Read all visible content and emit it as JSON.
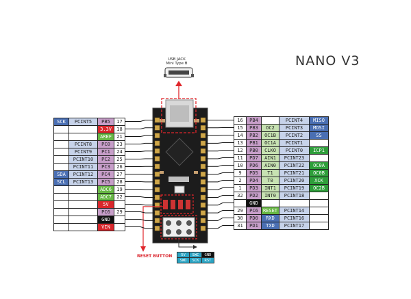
{
  "title": "NANO V3",
  "usb_label": [
    "USB JACK",
    "Mini Type B"
  ],
  "reset_label": "RESET BUTTON",
  "left_rows": [
    [
      "SCK",
      "PCINT5",
      "PB5",
      "17"
    ],
    [
      "",
      "",
      "3.3V",
      "18"
    ],
    [
      "",
      "",
      "AREF",
      "21"
    ],
    [
      "",
      "PCINT8",
      "PC0",
      "23"
    ],
    [
      "",
      "PCINT9",
      "PC1",
      "24"
    ],
    [
      "",
      "PCINT10",
      "PC2",
      "25"
    ],
    [
      "",
      "PCINT11",
      "PC3",
      "26"
    ],
    [
      "SDA",
      "PCINT12",
      "PC4",
      "27"
    ],
    [
      "SCL",
      "PCINT13",
      "PC5",
      "28"
    ],
    [
      "",
      "",
      "ADC6",
      "19"
    ],
    [
      "",
      "",
      "ADC7",
      "22"
    ],
    [
      "",
      "",
      "5V",
      ""
    ],
    [
      "",
      "",
      "PC6",
      "29"
    ],
    [
      "",
      "",
      "GND",
      ""
    ],
    [
      "",
      "",
      "VIN",
      ""
    ]
  ],
  "right_rows": [
    [
      "16",
      "PB4",
      "",
      "PCINT4",
      "MISO"
    ],
    [
      "15",
      "PB3",
      "OC2",
      "PCINT3",
      "MOSI"
    ],
    [
      "14",
      "PB2",
      "OC1B",
      "PCINT2",
      "SS"
    ],
    [
      "13",
      "PB1",
      "OC1A",
      "PCINT1",
      ""
    ],
    [
      "12",
      "PB0",
      "CLKO",
      "PCINT0",
      "ICP1"
    ],
    [
      "11",
      "PD7",
      "AIN1",
      "PCINT23",
      ""
    ],
    [
      "10",
      "PD6",
      "AIN0",
      "PCINT22",
      "OC0A"
    ],
    [
      "9",
      "PD5",
      "T1",
      "PCINT21",
      "OC0B"
    ],
    [
      "2",
      "PD4",
      "T0",
      "PCINT20",
      "XCK"
    ],
    [
      "1",
      "PD3",
      "INT1",
      "PCINT19",
      "OC2B"
    ],
    [
      "32",
      "PD2",
      "INT0",
      "PCINT18",
      ""
    ],
    [
      "",
      "GND",
      "",
      "",
      ""
    ],
    [
      "29",
      "PC6",
      "RESET",
      "PCINT14",
      ""
    ],
    [
      "30",
      "PD0",
      "RXD",
      "PCINT16",
      ""
    ],
    [
      "31",
      "PD1",
      "TXD",
      "PCINT17",
      ""
    ]
  ],
  "icsp": [
    [
      "5V",
      "SWC",
      "GND"
    ],
    [
      "SWD",
      "SCK",
      "RST"
    ]
  ],
  "colors": {
    "blue": "#4a6fb3",
    "lavender": "#c7d3ea",
    "pink": "#c79ec9",
    "red": "#d9262b",
    "green": "#67b744",
    "light_green": "#c7e2b2",
    "dark_green": "#2e9e3a",
    "black": "#111111",
    "gray": "#d8d8d8",
    "teal": "#2aa4c4",
    "highlight": "#e0262b"
  }
}
